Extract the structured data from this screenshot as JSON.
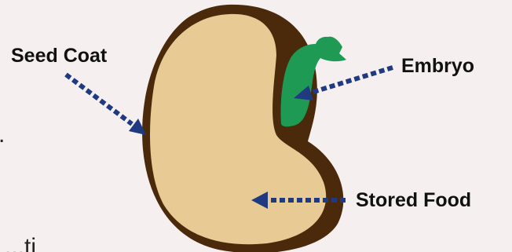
{
  "labels": {
    "seed_coat": "Seed Coat",
    "embryo": "Embryo",
    "stored_food": "Stored Food"
  },
  "fragments": {
    "bottom_left": "...ti",
    "left_edge": "."
  },
  "colors": {
    "background": "#f5eff0",
    "seed_coat": "#4a2a0a",
    "stored_food": "#e8ca95",
    "embryo": "#1e9a55",
    "arrow": "#1f3a80",
    "label_text": "#111111"
  }
}
